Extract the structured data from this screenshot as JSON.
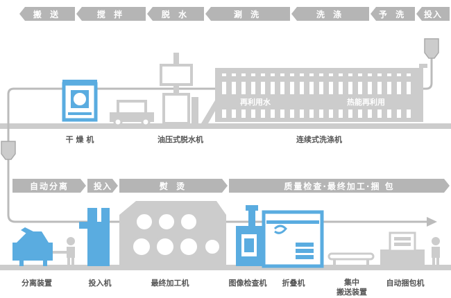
{
  "colors": {
    "gray": "#cccccc",
    "tag_gray": "#b5b5b5",
    "blue": "#5aace0",
    "text": "#555555"
  },
  "top_stages": [
    "搬 送",
    "搅 拌",
    "脱 水",
    "涮 洗",
    "洗 涤",
    "予 洗",
    "投入"
  ],
  "bottom_stages": [
    "自动分离",
    "投入",
    "熨  烫",
    "质量检查·最终加工·捆  包"
  ],
  "upper_machines": {
    "dryer": "干 燥 机",
    "press": "油压式脱水机",
    "washer": "连续式洗涤机",
    "reuse_water": "再利用水",
    "heat_reuse": "热能再利用"
  },
  "lower_machines": {
    "separator": "分离装置",
    "feeder": "投入机",
    "finisher": "最终加工机",
    "inspector": "图像检查机",
    "folder": "折叠机",
    "collector_1": "集中",
    "collector_2": "搬送装置",
    "packer": "自动捆包机"
  }
}
